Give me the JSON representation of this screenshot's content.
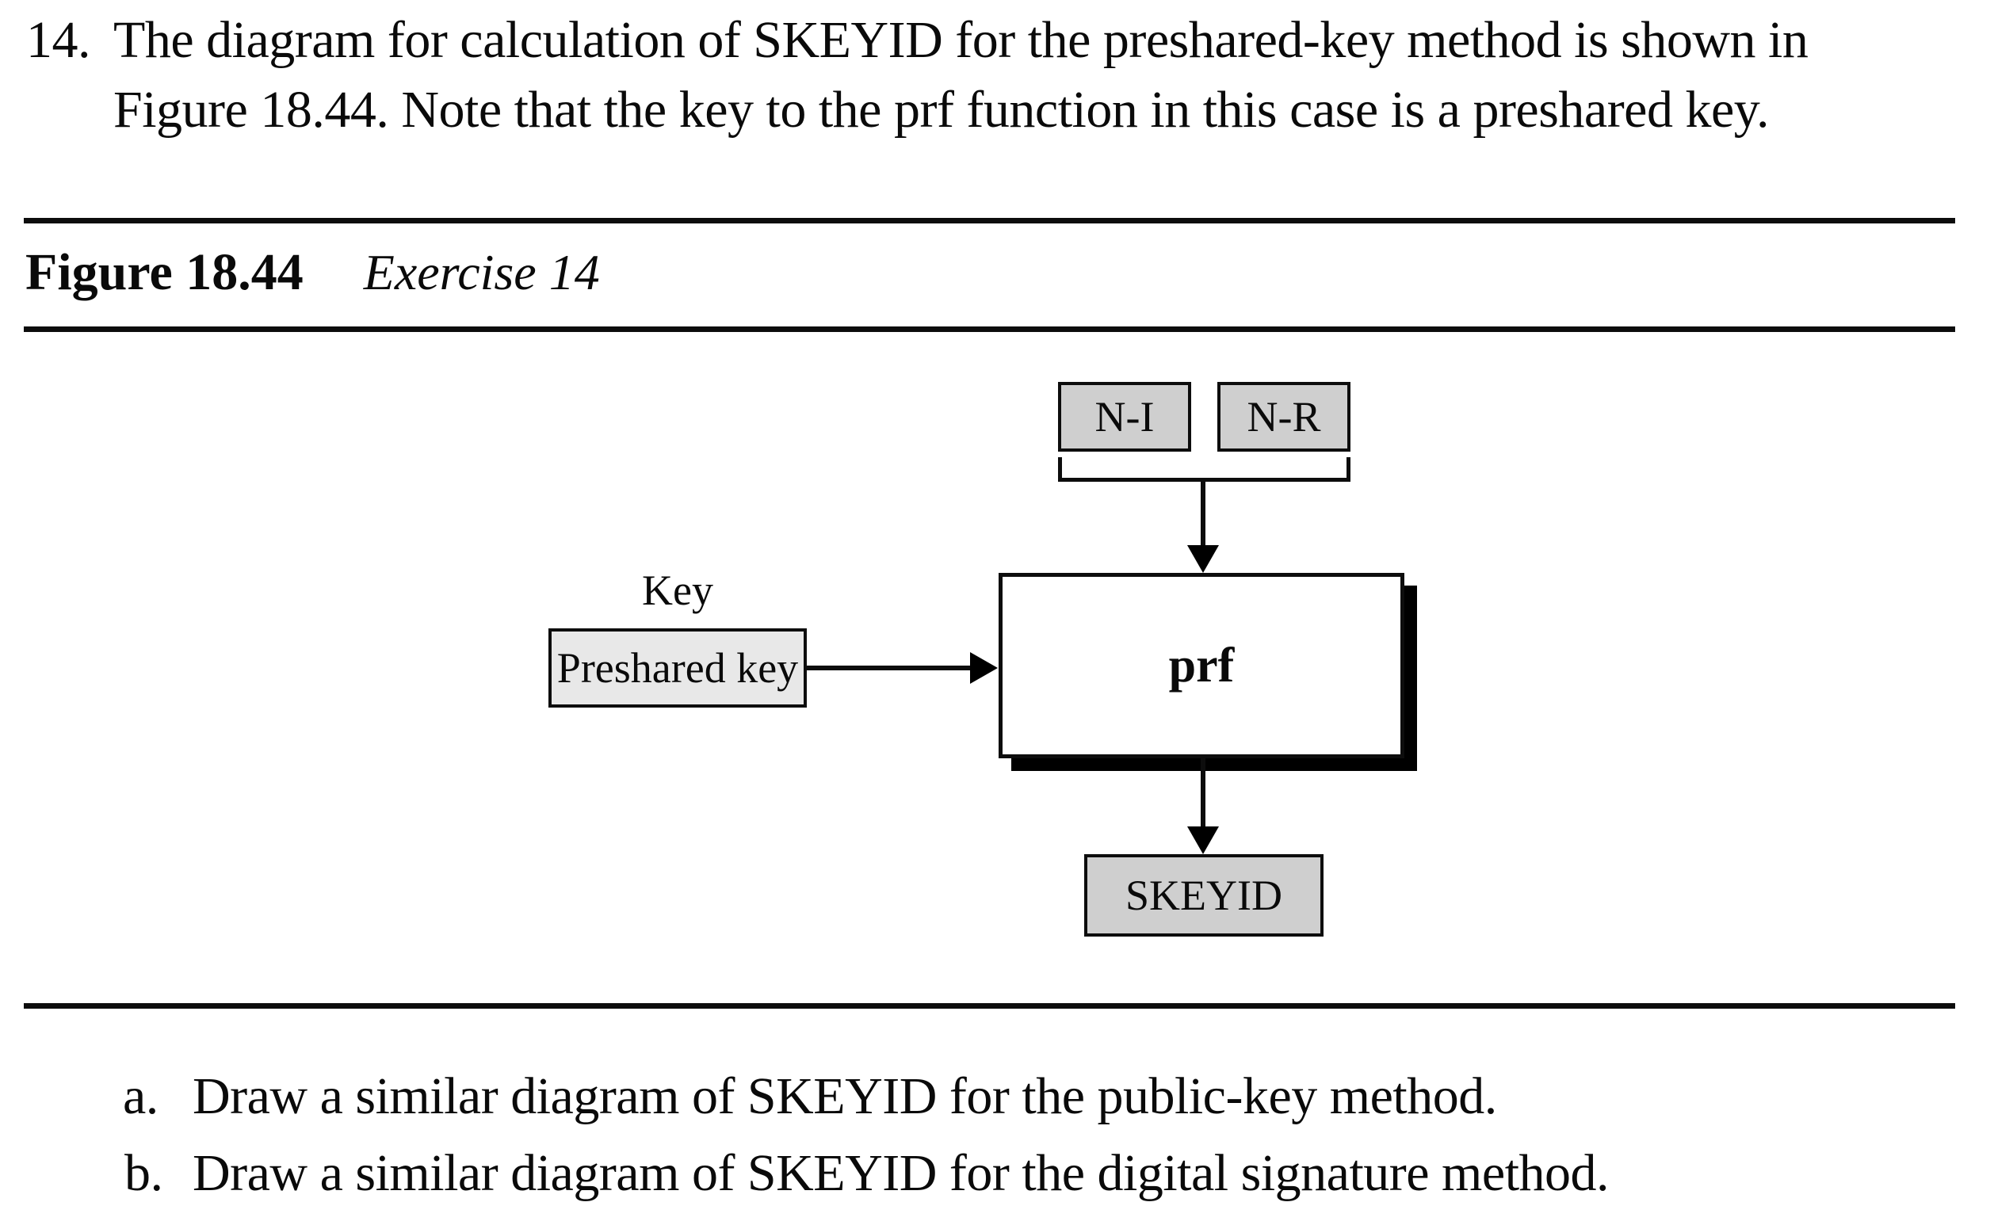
{
  "exercise": {
    "number": "14.",
    "line1": "The diagram for calculation of SKEYID for the preshared-key method is shown in",
    "line2": "Figure 18.44. Note that the key to the prf function in this case is a preshared key."
  },
  "figure": {
    "label": "Figure 18.44",
    "caption": "Exercise 14"
  },
  "diagram": {
    "ni_label": "N-I",
    "nr_label": "N-R",
    "key_label": "Key",
    "preshared_label": "Preshared key",
    "prf_label": "prf",
    "skeyid_label": "SKEYID",
    "colors": {
      "nonce_box_fill": "#cfcfcf",
      "preshared_box_fill": "#e8e8e8",
      "prf_box_fill": "#ffffff",
      "line_color": "#0d0d0d"
    }
  },
  "subitems": [
    {
      "marker": "a.",
      "text": "Draw a similar diagram of SKEYID for the public-key method."
    },
    {
      "marker": "b.",
      "text": "Draw a similar diagram of SKEYID for the digital signature method."
    }
  ]
}
